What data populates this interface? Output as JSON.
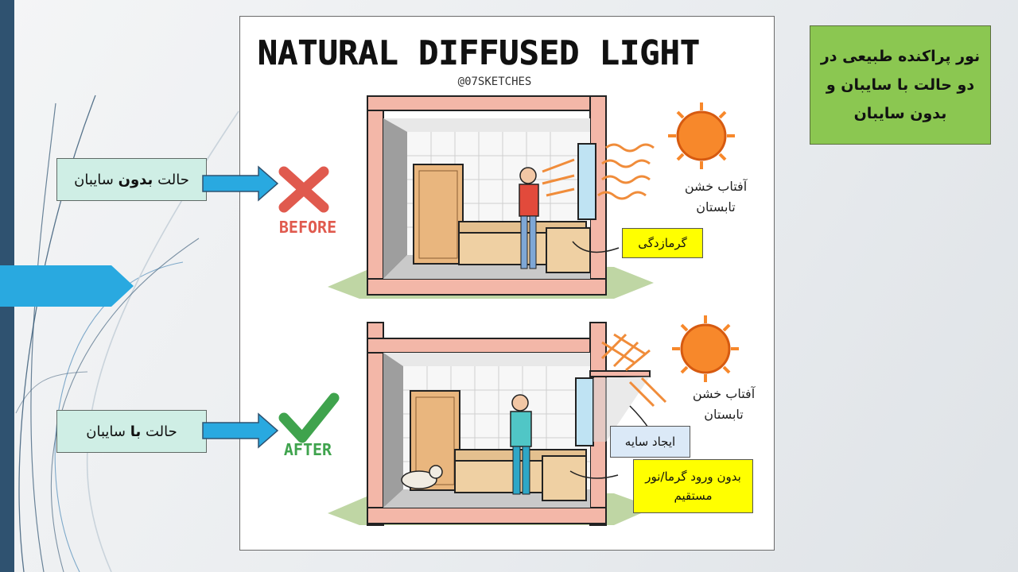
{
  "slide": {
    "title_box": "نور پراکنده طبیعی در دو حالت با سایبان و بدون سایبان",
    "label_without": {
      "prefix": "حالت",
      "bold": "بدون",
      "suffix": "سایبان"
    },
    "label_with": {
      "prefix": "حالت",
      "bold": "با",
      "suffix": "سایبان"
    }
  },
  "image": {
    "title": "NATURAL DIFFUSED LIGHT",
    "credit": "@07SKETCHES",
    "before_label": "BEFORE",
    "after_label": "AFTER"
  },
  "annotations": {
    "sun_top": "آفتاب خشن تابستان",
    "sun_bottom": "آفتاب خشن تابستان",
    "sunburn": "گرمازدگی",
    "shade": "ایجاد سایه",
    "no_heat": "بدون ورود گرما/نور مستقیم"
  },
  "colors": {
    "accent_blue": "#29a9e0",
    "title_green": "#8bc751",
    "label_teal": "#cfeee5",
    "note_yellow": "#ffff00",
    "note_blue": "#dbe9f7",
    "sidebar_navy": "#2f5270"
  }
}
